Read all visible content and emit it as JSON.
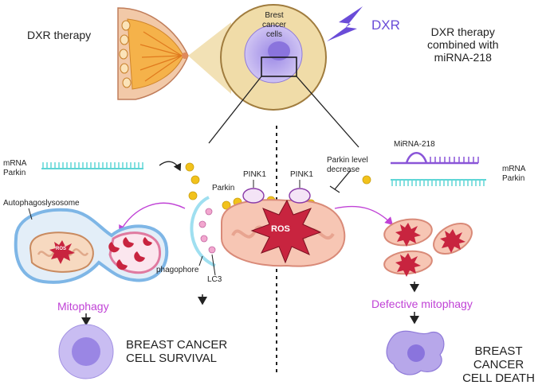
{
  "labels": {
    "dxr_therapy": "DXR therapy",
    "brest_cancer_cells": "Brest cancer\ncells",
    "dxr": "DXR",
    "dxr_combined": "DXR therapy\ncombined with\nmiRNA-218",
    "mrna_parkin_left": "mRNA\nParkin",
    "autophagolysosome": "Autophagoslysosome",
    "parkin": "Parkin",
    "pink1_left": "PINK1",
    "pink1_right": "PINK1",
    "parkin_level_decrease": "Parkin level\ndecrease",
    "mirna_218": "MiRNA-218",
    "mrna_parkin_right": "mRNA\nParkin",
    "ros_main": "ROS",
    "ros_small": "ROS",
    "phagophore": "phagophore",
    "lc3": "LC3",
    "mitophagy": "Mitophagy",
    "defective_mitophagy": "Defective mitophagy",
    "survival": "BREAST CANCER\nCELL SURVIVAL",
    "death": "BREAST CANCER\nCELL DEATH"
  },
  "colors": {
    "purple_arrow": "#c042d6",
    "mito_fill": "#f7c6b4",
    "mito_stroke": "#d98a78",
    "ros_star": "#c8243f",
    "parkin_dot": "#f2c21b",
    "pink_vesicle": "#f2a7cf",
    "cell_purple": "#b7a7ea",
    "breast_orange": "#f5b24a",
    "mrna_cyan": "#5fd6d6",
    "mirna_purple": "#8a55d8"
  }
}
